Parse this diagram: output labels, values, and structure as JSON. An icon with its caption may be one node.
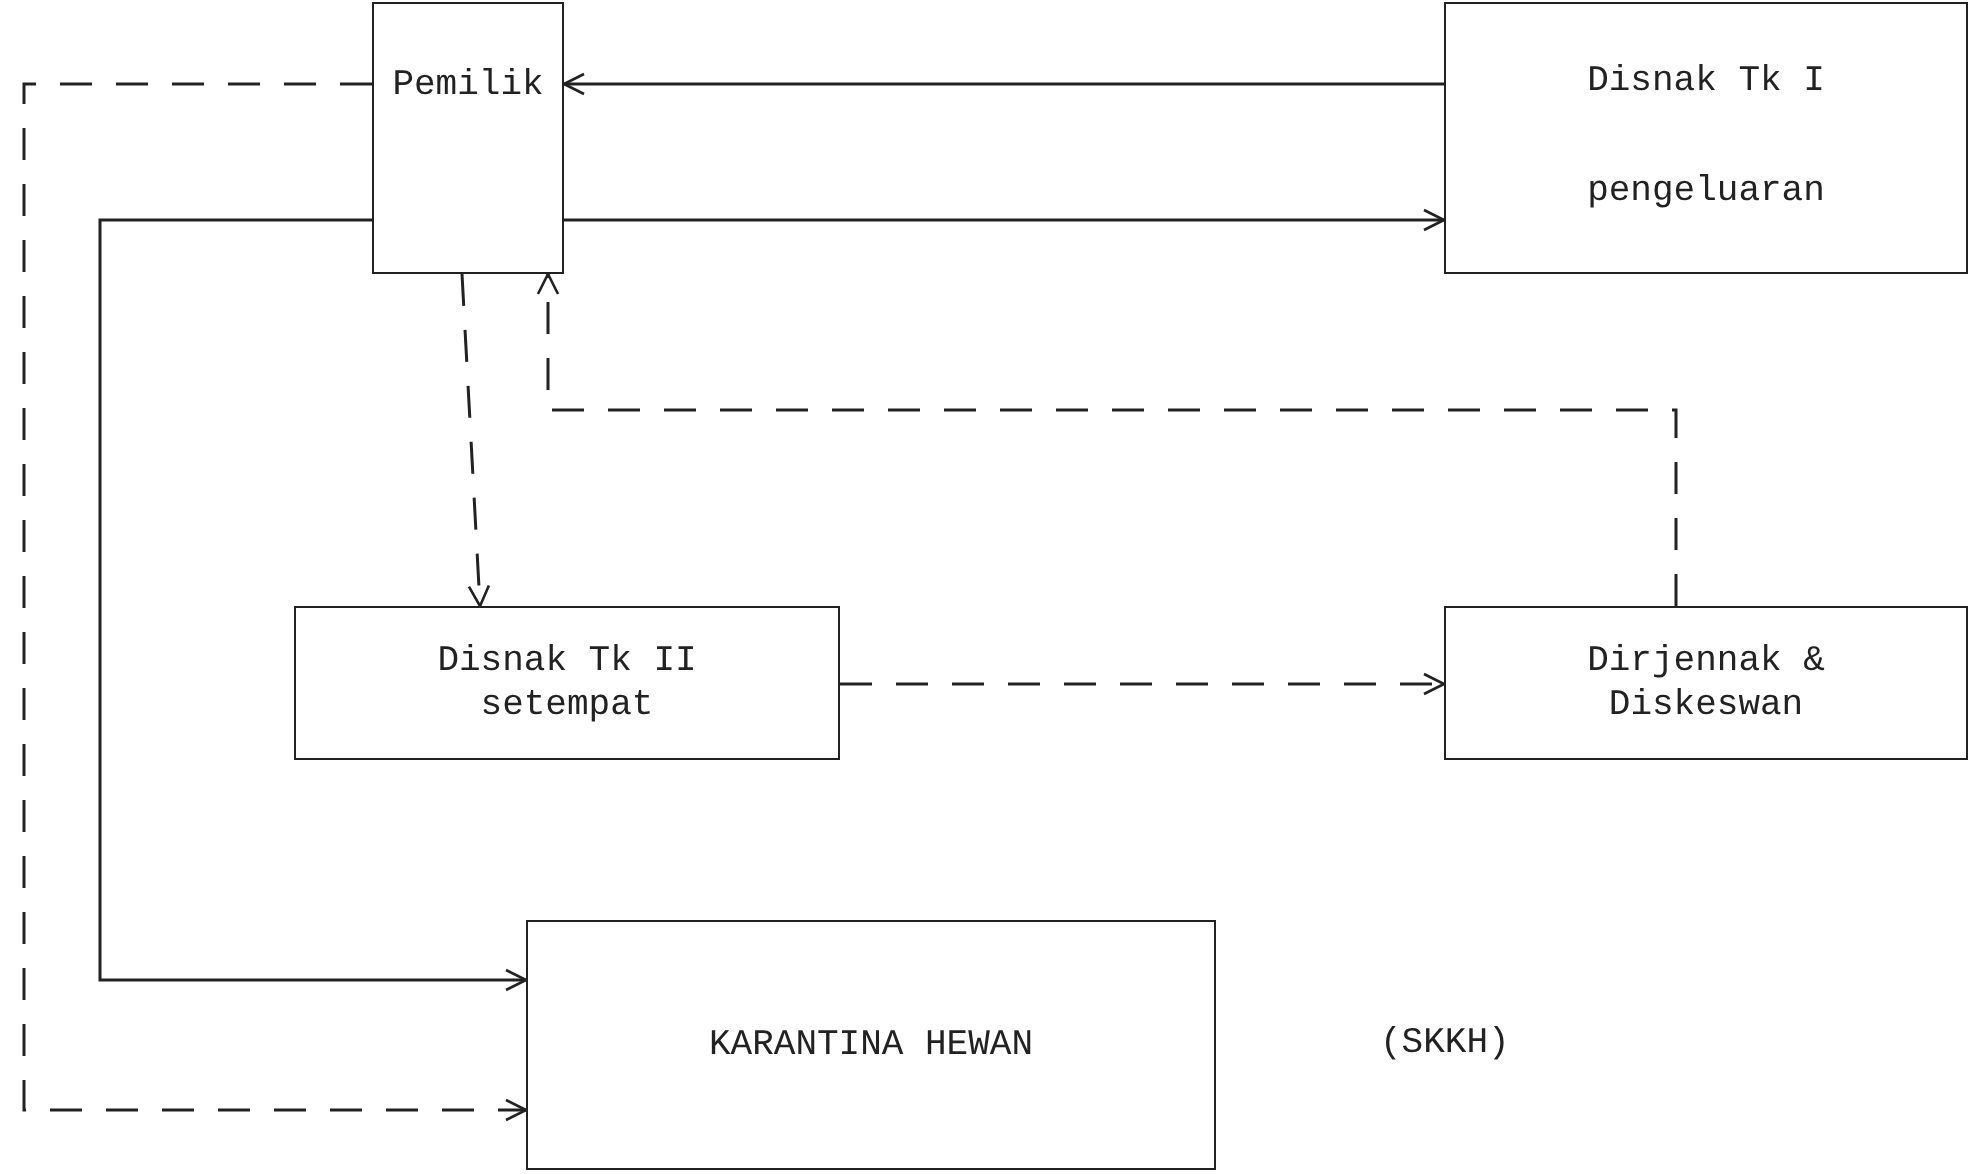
{
  "diagram": {
    "nodes": [
      {
        "text": [
          "Pemilik"
        ]
      },
      {
        "text": [
          "Disnak Tk I pengeluaran"
        ]
      },
      {
        "text": [
          "Disnak Tk II setempat"
        ]
      },
      {
        "text": [
          "Dirjennak & Diskeswan"
        ]
      },
      {
        "text": [
          "KARANTINA HEWAN"
        ]
      }
    ],
    "edges": [
      {
        "from": 1,
        "to": 0,
        "arrow": "to"
      },
      {
        "from": 0,
        "to": 1,
        "arrow": "to"
      },
      {
        "from": 0,
        "to": 2,
        "arrow": "to",
        "style": "dashed"
      },
      {
        "from": 3,
        "to": 0,
        "arrow": "to",
        "style": "dashed"
      },
      {
        "from": 2,
        "to": 3,
        "arrow": "to",
        "style": "dashed"
      },
      {
        "from": 0,
        "to": 4,
        "arrow": "to"
      },
      {
        "from": 0,
        "to": 4,
        "arrow": "to",
        "style": "dashed"
      }
    ],
    "labels": [
      "(SKKH)"
    ]
  }
}
